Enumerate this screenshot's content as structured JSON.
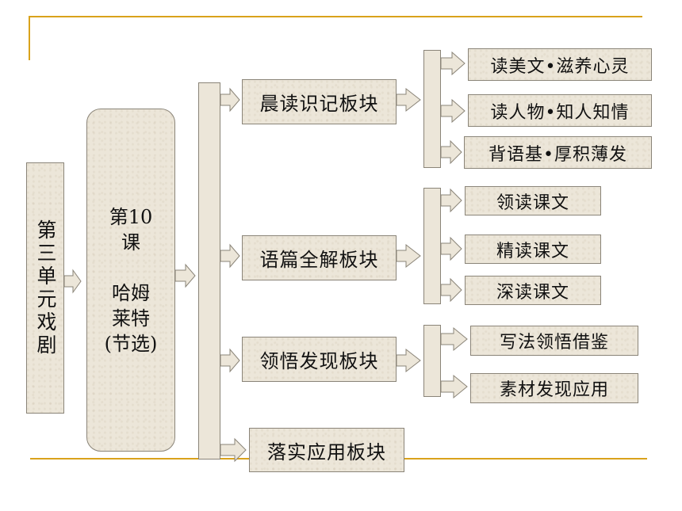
{
  "unit": "第三单元戏剧",
  "lesson": {
    "line1": "第10",
    "line2": "课",
    "line3": "哈姆",
    "line4": "莱特",
    "line5": "(节选)"
  },
  "categories": [
    {
      "label": "晨读识记板块",
      "items": [
        "读美文•滋养心灵",
        "读人物•知人知情",
        "背语基•厚积薄发"
      ]
    },
    {
      "label": "语篇全解板块",
      "items": [
        "领读课文",
        "精读课文",
        "深读课文"
      ]
    },
    {
      "label": "领悟发现板块",
      "items": [
        "写法领悟借鉴",
        "素材发现应用"
      ]
    },
    {
      "label": "落实应用板块",
      "items": []
    }
  ],
  "colors": {
    "rule": "#d9a21b",
    "box_fill": "#ece6d9",
    "box_border": "#8a8478"
  }
}
